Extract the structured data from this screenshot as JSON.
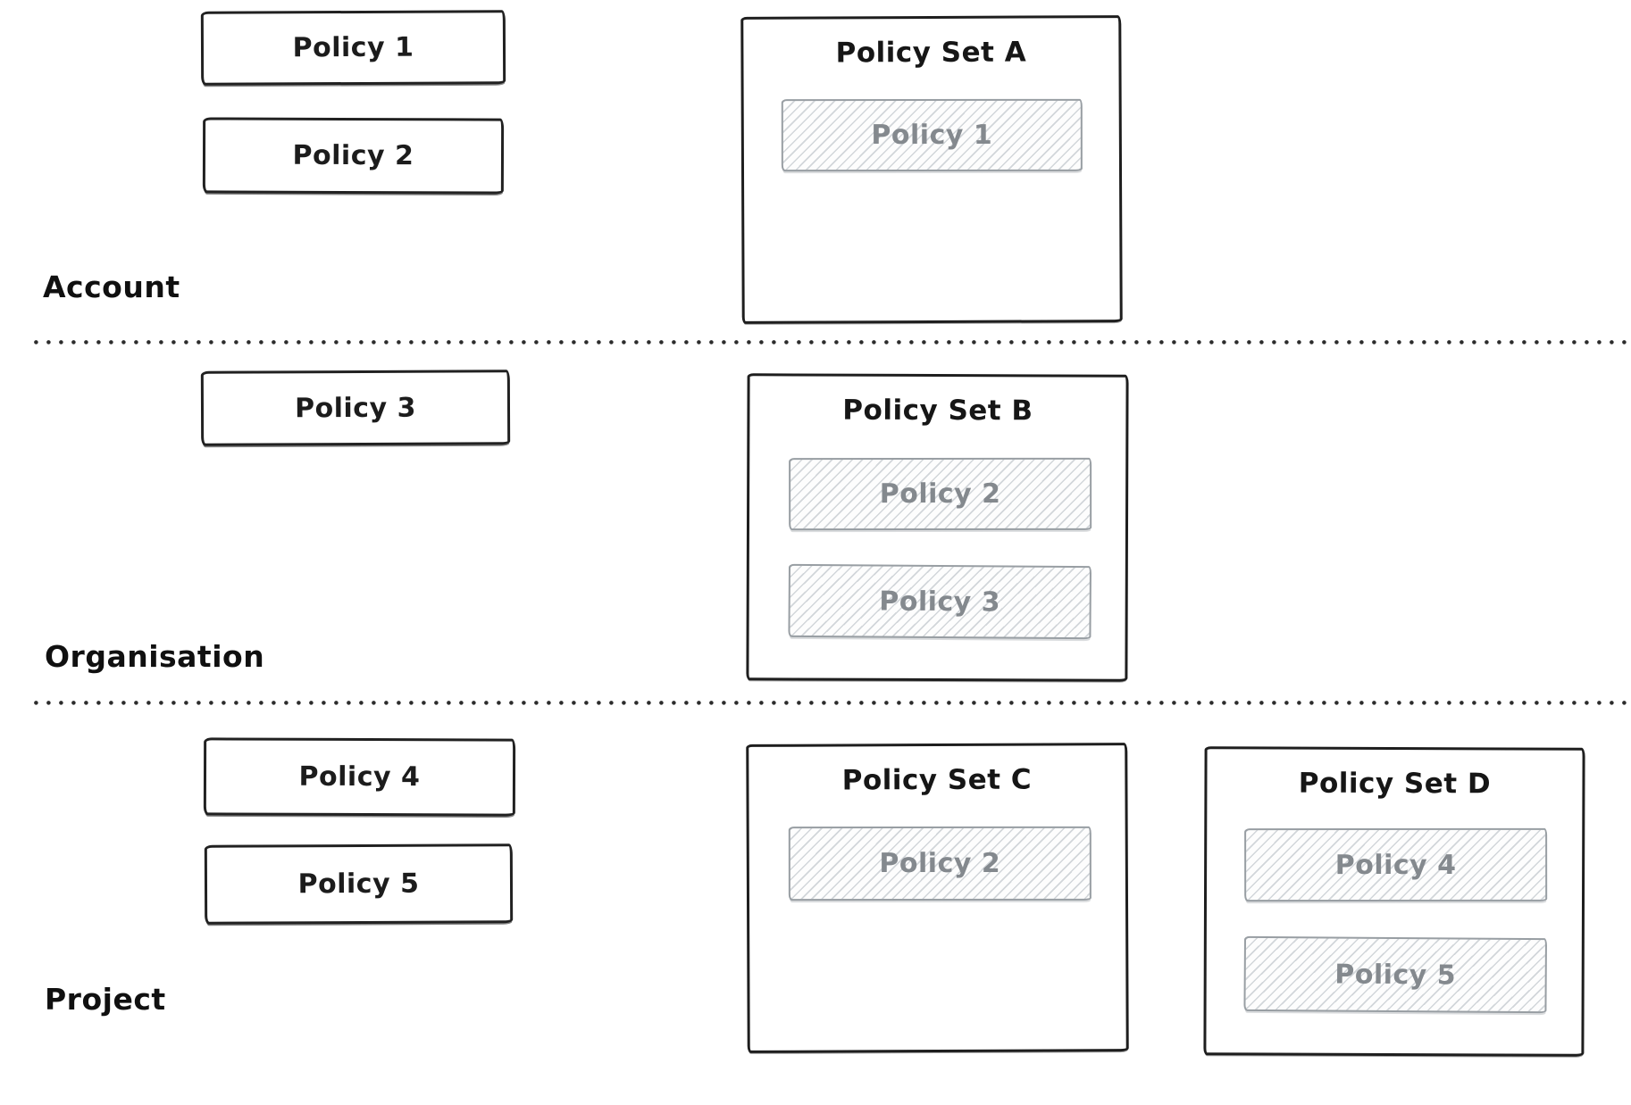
{
  "diagram": {
    "description": "Hand-drawn policy hierarchy diagram with three tiers separated by dotted lines",
    "background": "#ffffff"
  },
  "colors": {
    "ink": "#1e1e1e",
    "muted_border": "#989ea3",
    "muted_text": "#84898e",
    "hatch_line": "#a7b0b7",
    "divider_dot": "#2c2c2c"
  },
  "tiers": [
    {
      "label": "Account",
      "policies": [
        "Policy 1",
        "Policy 2"
      ],
      "policy_sets": [
        {
          "title": "Policy Set A",
          "members": [
            "Policy 1"
          ]
        }
      ]
    },
    {
      "label": "Organisation",
      "policies": [
        "Policy 3"
      ],
      "policy_sets": [
        {
          "title": "Policy Set B",
          "members": [
            "Policy 2",
            "Policy 3"
          ]
        }
      ]
    },
    {
      "label": "Project",
      "policies": [
        "Policy 4",
        "Policy 5"
      ],
      "policy_sets": [
        {
          "title": "Policy Set C",
          "members": [
            "Policy 2"
          ]
        },
        {
          "title": "Policy Set D",
          "members": [
            "Policy 4",
            "Policy 5"
          ]
        }
      ]
    }
  ]
}
